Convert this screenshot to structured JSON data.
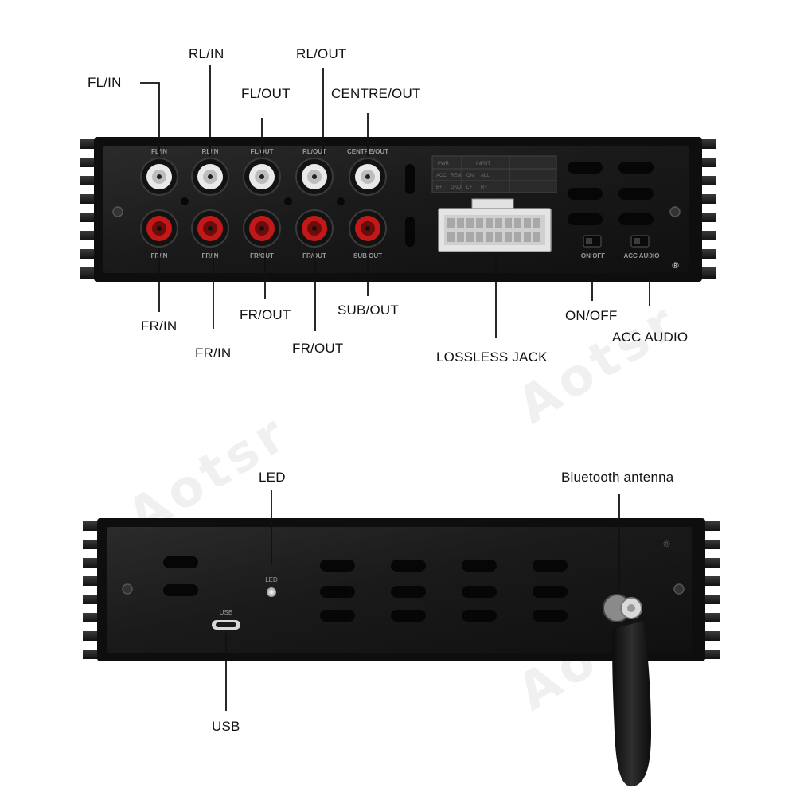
{
  "brand": {
    "watermark": "Aotsr",
    "registered_mark": "®"
  },
  "colors": {
    "panel": "#1c1c1c",
    "panel_edge": "#0d0d0d",
    "jack_white": "#e9e9e9",
    "jack_red": "#c21818",
    "leader_line": "#111111"
  },
  "front_panel": {
    "silk": {
      "top_row": [
        "FL/IN",
        "RL/IN",
        "FL/OUT",
        "RL/OUT",
        "CENTRE/OUT"
      ],
      "bottom_row": [
        "FR/IN",
        "FR/IN",
        "FR/OUT",
        "FR/OUT",
        "SUB/OUT"
      ],
      "switch_on_off": "ON/OFF",
      "switch_acc": "ACC AUDIO"
    },
    "sticker": {
      "title_1": "PWR",
      "title_2": "INPUT",
      "rows": [
        [
          "ACC",
          "REM",
          "ON",
          "ALL"
        ],
        [
          "B+",
          "GND",
          "L+",
          "R+"
        ]
      ]
    },
    "callouts": {
      "fl_in": "FL/IN",
      "rl_in": "RL/IN",
      "fl_out": "FL/OUT",
      "rl_out": "RL/OUT",
      "centre_out": "CENTRE/OUT",
      "fr_in_1": "FR/IN",
      "fr_in_2": "FR/IN",
      "fr_out_1": "FR/OUT",
      "fr_out_2": "FR/OUT",
      "sub_out": "SUB/OUT",
      "lossless_jack": "LOSSLESS JACK",
      "on_off": "ON/OFF",
      "acc_audio": "ACC AUDIO"
    }
  },
  "rear_panel": {
    "silk": {
      "led": "LED",
      "usb": "USB"
    },
    "callouts": {
      "led": "LED",
      "bluetooth_antenna": "Bluetooth antenna",
      "usb": "USB"
    }
  }
}
